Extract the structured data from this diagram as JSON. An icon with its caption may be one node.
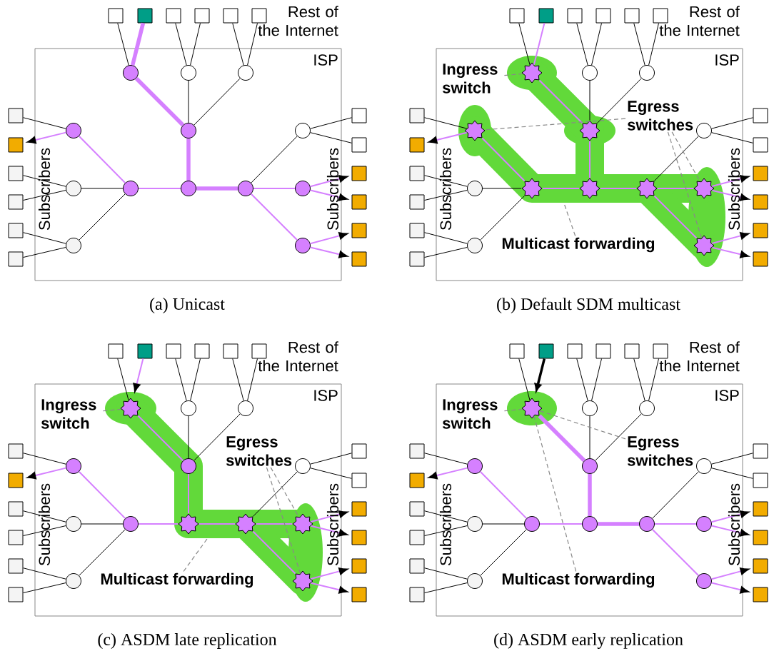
{
  "diagram": {
    "nodes": [
      {
        "text": [
          "ISP"
        ]
      },
      {
        "text": [],
        "shape": "box"
      },
      {
        "text": [],
        "shape": "box"
      },
      {
        "text": [],
        "shape": "box"
      },
      {
        "text": [],
        "shape": "box"
      },
      {
        "text": [],
        "shape": "box"
      },
      {
        "text": [],
        "shape": "box"
      },
      {
        "text": [],
        "shape": "circle",
        "in": 0
      },
      {
        "text": [],
        "shape": "circle",
        "in": 0
      },
      {
        "text": [],
        "shape": "circle",
        "in": 0
      },
      {
        "text": [],
        "shape": "circle",
        "in": 0
      },
      {
        "text": [],
        "shape": "circle",
        "in": 0
      },
      {
        "text": [],
        "shape": "circle",
        "in": 0
      },
      {
        "text": [],
        "shape": "circle",
        "in": 0
      },
      {
        "text": [],
        "shape": "circle",
        "in": 0
      },
      {
        "text": [],
        "shape": "circle",
        "in": 0
      },
      {
        "text": [],
        "shape": "circle",
        "in": 0
      },
      {
        "text": [],
        "shape": "circle",
        "in": 0
      },
      {
        "text": [],
        "shape": "circle",
        "in": 0
      },
      {
        "text": [],
        "shape": "circle",
        "in": 0
      },
      {
        "text": [],
        "shape": "box"
      },
      {
        "text": [],
        "shape": "box"
      },
      {
        "text": [],
        "shape": "box"
      },
      {
        "text": [],
        "shape": "box"
      },
      {
        "text": [],
        "shape": "box"
      },
      {
        "text": [],
        "shape": "box"
      },
      {
        "text": [],
        "shape": "box"
      },
      {
        "text": [],
        "shape": "box"
      },
      {
        "text": [],
        "shape": "box"
      },
      {
        "text": [],
        "shape": "box"
      },
      {
        "text": [],
        "shape": "box"
      },
      {
        "text": [],
        "shape": "box"
      },
      {
        "text": [
          "ISP"
        ]
      },
      {
        "text": [],
        "shape": "box"
      },
      {
        "text": [],
        "shape": "box"
      },
      {
        "text": [],
        "shape": "box"
      },
      {
        "text": [],
        "shape": "box"
      },
      {
        "text": [],
        "shape": "box"
      },
      {
        "text": [],
        "shape": "box"
      },
      {
        "text": [],
        "shape": "star",
        "in": 32
      },
      {
        "text": [],
        "shape": "circle",
        "in": 32
      },
      {
        "text": [],
        "shape": "circle",
        "in": 32
      },
      {
        "text": [],
        "shape": "star",
        "in": 32
      },
      {
        "text": [],
        "shape": "star",
        "in": 32
      },
      {
        "text": [],
        "shape": "circle",
        "in": 32
      },
      {
        "text": [],
        "shape": "circle",
        "in": 32
      },
      {
        "text": [],
        "shape": "star",
        "in": 32
      },
      {
        "text": [],
        "shape": "star",
        "in": 32
      },
      {
        "text": [],
        "shape": "star",
        "in": 32
      },
      {
        "text": [],
        "shape": "star",
        "in": 32
      },
      {
        "text": [],
        "shape": "circle",
        "in": 32
      },
      {
        "text": [],
        "shape": "star",
        "in": 32
      },
      {
        "text": [],
        "shape": "box"
      },
      {
        "text": [],
        "shape": "box"
      },
      {
        "text": [],
        "shape": "box"
      },
      {
        "text": [],
        "shape": "box"
      },
      {
        "text": [],
        "shape": "box"
      },
      {
        "text": [],
        "shape": "box"
      },
      {
        "text": [],
        "shape": "box"
      },
      {
        "text": [],
        "shape": "box"
      },
      {
        "text": [],
        "shape": "box"
      },
      {
        "text": [],
        "shape": "box"
      },
      {
        "text": [],
        "shape": "box"
      },
      {
        "text": [],
        "shape": "box"
      },
      {
        "text": [
          "Ingress switch"
        ],
        "in": 32
      },
      {
        "text": [
          "Egress switches"
        ],
        "in": 32
      },
      {
        "text": [
          "Multicast forwarding"
        ],
        "in": 32
      },
      {
        "text": [
          "ISP"
        ]
      },
      {
        "text": [],
        "shape": "box"
      },
      {
        "text": [],
        "shape": "box"
      },
      {
        "text": [],
        "shape": "box"
      },
      {
        "text": [],
        "shape": "box"
      },
      {
        "text": [],
        "shape": "box"
      },
      {
        "text": [],
        "shape": "box"
      },
      {
        "text": [],
        "shape": "star",
        "in": 67
      },
      {
        "text": [],
        "shape": "circle",
        "in": 67
      },
      {
        "text": [],
        "shape": "circle",
        "in": 67
      },
      {
        "text": [],
        "shape": "circle",
        "in": 67
      },
      {
        "text": [],
        "shape": "circle",
        "in": 67
      },
      {
        "text": [],
        "shape": "circle",
        "in": 67
      },
      {
        "text": [],
        "shape": "circle",
        "in": 67
      },
      {
        "text": [],
        "shape": "circle",
        "in": 67
      },
      {
        "text": [],
        "shape": "star",
        "in": 67
      },
      {
        "text": [],
        "shape": "star",
        "in": 67
      },
      {
        "text": [],
        "shape": "star",
        "in": 67
      },
      {
        "text": [],
        "shape": "circle",
        "in": 67
      },
      {
        "text": [],
        "shape": "star",
        "in": 67
      },
      {
        "text": [],
        "shape": "box"
      },
      {
        "text": [],
        "shape": "box"
      },
      {
        "text": [],
        "shape": "box"
      },
      {
        "text": [],
        "shape": "box"
      },
      {
        "text": [],
        "shape": "box"
      },
      {
        "text": [],
        "shape": "box"
      },
      {
        "text": [],
        "shape": "box"
      },
      {
        "text": [],
        "shape": "box"
      },
      {
        "text": [],
        "shape": "box"
      },
      {
        "text": [],
        "shape": "box"
      },
      {
        "text": [],
        "shape": "box"
      },
      {
        "text": [],
        "shape": "box"
      },
      {
        "text": [
          "Ingress switch"
        ],
        "in": 67
      },
      {
        "text": [
          "Egress switches"
        ],
        "in": 67
      },
      {
        "text": [
          "Multicast forwarding"
        ],
        "in": 67
      },
      {
        "text": [
          "ISP"
        ]
      },
      {
        "text": [],
        "shape": "box"
      },
      {
        "text": [],
        "shape": "box"
      },
      {
        "text": [],
        "shape": "box"
      },
      {
        "text": [],
        "shape": "box"
      },
      {
        "text": [],
        "shape": "box"
      },
      {
        "text": [],
        "shape": "box"
      },
      {
        "text": [],
        "shape": "star",
        "in": 102
      },
      {
        "text": [],
        "shape": "circle",
        "in": 102
      },
      {
        "text": [],
        "shape": "circle",
        "in": 102
      },
      {
        "text": [],
        "shape": "circle",
        "in": 102
      },
      {
        "text": [],
        "shape": "circle",
        "in": 102
      },
      {
        "text": [],
        "shape": "circle",
        "in": 102
      },
      {
        "text": [],
        "shape": "circle",
        "in": 102
      },
      {
        "text": [],
        "shape": "circle",
        "in": 102
      },
      {
        "text": [],
        "shape": "circle",
        "in": 102
      },
      {
        "text": [],
        "shape": "circle",
        "in": 102
      },
      {
        "text": [],
        "shape": "circle",
        "in": 102
      },
      {
        "text": [],
        "shape": "circle",
        "in": 102
      },
      {
        "text": [],
        "shape": "circle",
        "in": 102
      },
      {
        "text": [],
        "shape": "box"
      },
      {
        "text": [],
        "shape": "box"
      },
      {
        "text": [],
        "shape": "box"
      },
      {
        "text": [],
        "shape": "box"
      },
      {
        "text": [],
        "shape": "box"
      },
      {
        "text": [],
        "shape": "box"
      },
      {
        "text": [],
        "shape": "box"
      },
      {
        "text": [],
        "shape": "box"
      },
      {
        "text": [],
        "shape": "box"
      },
      {
        "text": [],
        "shape": "box"
      },
      {
        "text": [],
        "shape": "box"
      },
      {
        "text": [],
        "shape": "box"
      },
      {
        "text": [
          "Ingress switch"
        ],
        "in": 102
      },
      {
        "text": [
          "Egress switches"
        ],
        "in": 102
      },
      {
        "text": [
          "Multicast forwarding"
        ],
        "in": 102
      }
    ],
    "edges": [
      {
        "from": 1,
        "to": 7,
        "arrow": "none"
      },
      {
        "from": 2,
        "to": 7,
        "arrow": "none",
        "style": "thick",
        "color": "#d580ff"
      },
      {
        "from": 3,
        "to": 8,
        "arrow": "none"
      },
      {
        "from": 4,
        "to": 8,
        "arrow": "none"
      },
      {
        "from": 5,
        "to": 9,
        "arrow": "none"
      },
      {
        "from": 6,
        "to": 9,
        "arrow": "none"
      },
      {
        "from": 7,
        "to": 11,
        "arrow": "none",
        "style": "thick",
        "color": "#d580ff"
      },
      {
        "from": 8,
        "to": 11,
        "arrow": "none"
      },
      {
        "from": 9,
        "to": 11,
        "arrow": "none"
      },
      {
        "from": 11,
        "to": 15,
        "arrow": "none",
        "style": "thick",
        "color": "#d580ff"
      },
      {
        "from": 10,
        "to": 20,
        "arrow": "none"
      },
      {
        "from": 10,
        "to": 21,
        "arrow": "to",
        "color": "#d580ff"
      },
      {
        "from": 14,
        "to": 10,
        "arrow": "none",
        "color": "#d580ff"
      },
      {
        "from": 13,
        "to": 22,
        "arrow": "none"
      },
      {
        "from": 13,
        "to": 23,
        "arrow": "none"
      },
      {
        "from": 14,
        "to": 13,
        "arrow": "none"
      },
      {
        "from": 18,
        "to": 24,
        "arrow": "none"
      },
      {
        "from": 18,
        "to": 25,
        "arrow": "none"
      },
      {
        "from": 14,
        "to": 18,
        "arrow": "none"
      },
      {
        "from": 15,
        "to": 14,
        "arrow": "none",
        "color": "#d580ff"
      },
      {
        "from": 15,
        "to": 16,
        "arrow": "none",
        "style": "thick",
        "color": "#d580ff"
      },
      {
        "from": 16,
        "to": 12,
        "arrow": "none"
      },
      {
        "from": 12,
        "to": 26,
        "arrow": "none"
      },
      {
        "from": 12,
        "to": 27,
        "arrow": "none"
      },
      {
        "from": 16,
        "to": 17,
        "arrow": "none",
        "color": "#d580ff"
      },
      {
        "from": 17,
        "to": 28,
        "arrow": "to",
        "color": "#d580ff"
      },
      {
        "from": 17,
        "to": 29,
        "arrow": "to",
        "color": "#d580ff"
      },
      {
        "from": 16,
        "to": 19,
        "arrow": "none",
        "color": "#d580ff"
      },
      {
        "from": 19,
        "to": 30,
        "arrow": "to",
        "color": "#d580ff"
      },
      {
        "from": 19,
        "to": 31,
        "arrow": "to",
        "color": "#d580ff"
      },
      {
        "from": 33,
        "to": 39,
        "arrow": "none"
      },
      {
        "from": 34,
        "to": 39,
        "arrow": "none",
        "color": "#d580ff"
      },
      {
        "from": 35,
        "to": 40,
        "arrow": "none"
      },
      {
        "from": 36,
        "to": 40,
        "arrow": "none"
      },
      {
        "from": 37,
        "to": 41,
        "arrow": "none"
      },
      {
        "from": 38,
        "to": 41,
        "arrow": "none"
      },
      {
        "from": 39,
        "to": 43,
        "arrow": "none",
        "color": "#d580ff"
      },
      {
        "from": 40,
        "to": 43,
        "arrow": "none"
      },
      {
        "from": 41,
        "to": 43,
        "arrow": "none"
      },
      {
        "from": 43,
        "to": 47,
        "arrow": "none",
        "color": "#d580ff"
      },
      {
        "from": 42,
        "to": 52,
        "arrow": "none"
      },
      {
        "from": 42,
        "to": 53,
        "arrow": "to",
        "color": "#d580ff"
      },
      {
        "from": 46,
        "to": 42,
        "arrow": "none",
        "color": "#d580ff"
      },
      {
        "from": 45,
        "to": 54,
        "arrow": "none"
      },
      {
        "from": 45,
        "to": 55,
        "arrow": "none"
      },
      {
        "from": 46,
        "to": 45,
        "arrow": "none"
      },
      {
        "from": 50,
        "to": 56,
        "arrow": "none"
      },
      {
        "from": 50,
        "to": 57,
        "arrow": "none"
      },
      {
        "from": 46,
        "to": 50,
        "arrow": "none"
      },
      {
        "from": 47,
        "to": 46,
        "arrow": "none",
        "color": "#d580ff"
      },
      {
        "from": 47,
        "to": 48,
        "arrow": "none",
        "color": "#d580ff"
      },
      {
        "from": 48,
        "to": 44,
        "arrow": "none"
      },
      {
        "from": 44,
        "to": 58,
        "arrow": "none"
      },
      {
        "from": 44,
        "to": 59,
        "arrow": "none"
      },
      {
        "from": 48,
        "to": 49,
        "arrow": "none",
        "color": "#d580ff"
      },
      {
        "from": 49,
        "to": 60,
        "arrow": "to",
        "color": "#d580ff"
      },
      {
        "from": 49,
        "to": 61,
        "arrow": "to",
        "color": "#d580ff"
      },
      {
        "from": 48,
        "to": 51,
        "arrow": "none",
        "color": "#d580ff"
      },
      {
        "from": 51,
        "to": 62,
        "arrow": "to",
        "color": "#d580ff"
      },
      {
        "from": 51,
        "to": 63,
        "arrow": "to",
        "color": "#d580ff"
      },
      {
        "from": 64,
        "to": 39,
        "arrow": "none",
        "style": "dashed",
        "color": "#888888"
      },
      {
        "from": 65,
        "to": 42,
        "arrow": "none",
        "style": "dashed",
        "color": "#888888"
      },
      {
        "from": 65,
        "to": 49,
        "arrow": "none",
        "style": "dashed",
        "color": "#888888"
      },
      {
        "from": 65,
        "to": 51,
        "arrow": "none",
        "style": "dashed",
        "color": "#888888"
      },
      {
        "from": 66,
        "to": null,
        "arrow": "none",
        "style": "dashed",
        "color": "#888888"
      },
      {
        "from": 68,
        "to": 74,
        "arrow": "none"
      },
      {
        "from": 69,
        "to": 74,
        "arrow": "to",
        "color": "#d580ff"
      },
      {
        "from": 70,
        "to": 75,
        "arrow": "none"
      },
      {
        "from": 71,
        "to": 75,
        "arrow": "none"
      },
      {
        "from": 72,
        "to": 76,
        "arrow": "none"
      },
      {
        "from": 73,
        "to": 76,
        "arrow": "none"
      },
      {
        "from": 74,
        "to": 78,
        "arrow": "none",
        "color": "#d580ff"
      },
      {
        "from": 75,
        "to": 78,
        "arrow": "none"
      },
      {
        "from": 76,
        "to": 78,
        "arrow": "none"
      },
      {
        "from": 78,
        "to": 82,
        "arrow": "none",
        "color": "#d580ff"
      },
      {
        "from": 77,
        "to": 87,
        "arrow": "none"
      },
      {
        "from": 77,
        "to": 88,
        "arrow": "to",
        "color": "#d580ff"
      },
      {
        "from": 81,
        "to": 77,
        "arrow": "none",
        "color": "#d580ff"
      },
      {
        "from": 80,
        "to": 89,
        "arrow": "none"
      },
      {
        "from": 80,
        "to": 90,
        "arrow": "none"
      },
      {
        "from": 81,
        "to": 80,
        "arrow": "none"
      },
      {
        "from": 85,
        "to": 91,
        "arrow": "none"
      },
      {
        "from": 85,
        "to": 92,
        "arrow": "none"
      },
      {
        "from": 81,
        "to": 85,
        "arrow": "none"
      },
      {
        "from": 82,
        "to": 81,
        "arrow": "none",
        "color": "#d580ff"
      },
      {
        "from": 82,
        "to": 83,
        "arrow": "none",
        "color": "#d580ff"
      },
      {
        "from": 83,
        "to": 79,
        "arrow": "none"
      },
      {
        "from": 79,
        "to": 93,
        "arrow": "none"
      },
      {
        "from": 79,
        "to": 94,
        "arrow": "none"
      },
      {
        "from": 83,
        "to": 84,
        "arrow": "none",
        "color": "#d580ff"
      },
      {
        "from": 84,
        "to": 95,
        "arrow": "to",
        "color": "#d580ff"
      },
      {
        "from": 84,
        "to": 96,
        "arrow": "to",
        "color": "#d580ff"
      },
      {
        "from": 83,
        "to": 86,
        "arrow": "none",
        "color": "#d580ff"
      },
      {
        "from": 86,
        "to": 97,
        "arrow": "to",
        "color": "#d580ff"
      },
      {
        "from": 86,
        "to": 98,
        "arrow": "to",
        "color": "#d580ff"
      },
      {
        "from": 99,
        "to": 74,
        "arrow": "none",
        "style": "dashed",
        "color": "#888888"
      },
      {
        "from": 100,
        "to": 84,
        "arrow": "none",
        "style": "dashed",
        "color": "#888888"
      },
      {
        "from": 100,
        "to": 86,
        "arrow": "none",
        "style": "dashed",
        "color": "#888888"
      },
      {
        "from": 101,
        "to": null,
        "arrow": "none",
        "style": "dashed",
        "color": "#888888"
      },
      {
        "from": 103,
        "to": 109,
        "arrow": "none"
      },
      {
        "from": 104,
        "to": 109,
        "arrow": "to",
        "style": "thick"
      },
      {
        "from": 105,
        "to": 110,
        "arrow": "none"
      },
      {
        "from": 106,
        "to": 110,
        "arrow": "none"
      },
      {
        "from": 107,
        "to": 111,
        "arrow": "none"
      },
      {
        "from": 108,
        "to": 111,
        "arrow": "none"
      },
      {
        "from": 109,
        "to": 113,
        "arrow": "none",
        "style": "thick",
        "color": "#d580ff"
      },
      {
        "from": 110,
        "to": 113,
        "arrow": "none"
      },
      {
        "from": 111,
        "to": 113,
        "arrow": "none"
      },
      {
        "from": 113,
        "to": 117,
        "arrow": "none",
        "style": "thick",
        "color": "#d580ff"
      },
      {
        "from": 112,
        "to": 122,
        "arrow": "none"
      },
      {
        "from": 112,
        "to": 123,
        "arrow": "to",
        "color": "#d580ff"
      },
      {
        "from": 116,
        "to": 112,
        "arrow": "none",
        "color": "#d580ff"
      },
      {
        "from": 115,
        "to": 124,
        "arrow": "none"
      },
      {
        "from": 115,
        "to": 125,
        "arrow": "none"
      },
      {
        "from": 116,
        "to": 115,
        "arrow": "none"
      },
      {
        "from": 120,
        "to": 126,
        "arrow": "none"
      },
      {
        "from": 120,
        "to": 127,
        "arrow": "none"
      },
      {
        "from": 116,
        "to": 120,
        "arrow": "none"
      },
      {
        "from": 117,
        "to": 116,
        "arrow": "none",
        "color": "#d580ff"
      },
      {
        "from": 117,
        "to": 118,
        "arrow": "none",
        "style": "thick",
        "color": "#d580ff"
      },
      {
        "from": 118,
        "to": 114,
        "arrow": "none"
      },
      {
        "from": 114,
        "to": 128,
        "arrow": "none"
      },
      {
        "from": 114,
        "to": 129,
        "arrow": "none"
      },
      {
        "from": 118,
        "to": 119,
        "arrow": "none",
        "color": "#d580ff"
      },
      {
        "from": 119,
        "to": 130,
        "arrow": "to",
        "color": "#d580ff"
      },
      {
        "from": 119,
        "to": 131,
        "arrow": "to",
        "color": "#d580ff"
      },
      {
        "from": 118,
        "to": 121,
        "arrow": "none",
        "color": "#d580ff"
      },
      {
        "from": 121,
        "to": 132,
        "arrow": "to",
        "color": "#d580ff"
      },
      {
        "from": 121,
        "to": 133,
        "arrow": "to",
        "color": "#d580ff"
      },
      {
        "from": 134,
        "to": 109,
        "arrow": "none",
        "style": "dashed",
        "color": "#888888"
      },
      {
        "from": 135,
        "to": 109,
        "arrow": "none",
        "style": "dashed",
        "color": "#888888"
      },
      {
        "from": 136,
        "to": 109,
        "arrow": "none",
        "style": "dashed",
        "color": "#888888"
      }
    ],
    "labels": [
      "Rest of the Internet",
      "Subscribers",
      "Subscribers",
      "(a) Unicast",
      "Rest of the Internet",
      "Subscribers",
      "Subscribers",
      "(b) Default SDM multicast",
      "Rest of the Internet",
      "Subscribers",
      "Subscribers",
      "(c) ASDM late replication",
      "Rest of the Internet",
      "Subscribers",
      "Subscribers",
      "(d) ASDM early replication"
    ]
  }
}
